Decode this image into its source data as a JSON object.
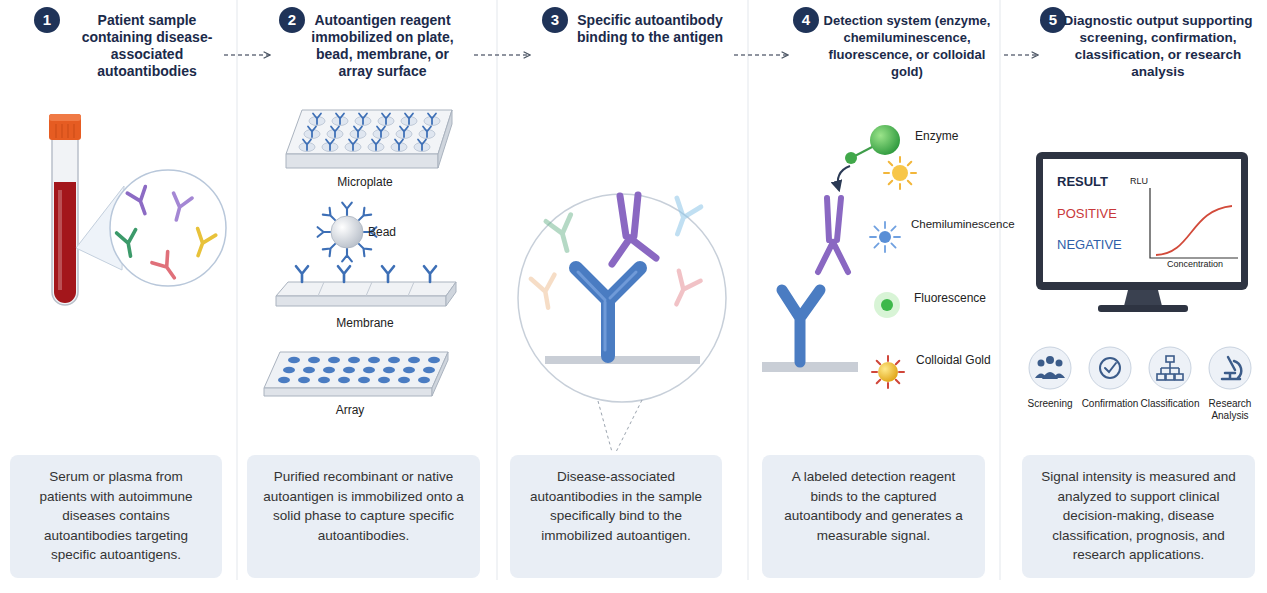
{
  "diagram": {
    "nodes": [
      {
        "text": [
          "1",
          "Patient sample containing disease-associated autoantibodies"
        ]
      },
      {
        "text": [
          "Serum or plasma from patients with autoimmune diseases contains autoantibodies targeting specific autoantigens."
        ]
      },
      {
        "text": [
          "2",
          "Autoantigen reagent immobilized on plate, bead, membrane, or array surface"
        ]
      },
      {
        "text": [
          "Purified recombinant or native autoantigen is immobilized onto a solid phase to capture specific autoantibodies."
        ]
      },
      {
        "text": [
          "3",
          "Specific autoantibody binding to the antigen"
        ]
      },
      {
        "text": [
          "Disease-associated autoantibodies in the sample specifically bind to the immobilized autoantigen."
        ]
      },
      {
        "text": [
          "4",
          "Detection system (enzyme, chemiluminescence, fluorescence, or colloidal gold)"
        ]
      },
      {
        "text": [
          "A labeled detection reagent binds to the captured autoantibody and generates a measurable signal."
        ]
      },
      {
        "text": [
          "5",
          "Diagnostic output supporting screening, confirmation, classification, or research analysis"
        ]
      },
      {
        "text": [
          "Signal intensity is measured and analyzed to support clinical decision-making, disease classification, prognosis, and research applications."
        ]
      }
    ],
    "edges": [
      {
        "from": 0,
        "to": 2,
        "arrow": "to"
      },
      {
        "from": 2,
        "to": 4,
        "arrow": "to"
      },
      {
        "from": 4,
        "to": 6,
        "arrow": "to"
      },
      {
        "from": 6,
        "to": 8,
        "arrow": "to"
      }
    ],
    "labels": [
      "Microplate",
      "Bead",
      "Membrane",
      "Array",
      "Enzyme",
      "Chemiluminescence",
      "Fluorescence",
      "Colloidal Gold",
      "RESULT",
      "POSITIVE",
      "NEGATIVE",
      "RLU",
      "Concentration",
      "Screening",
      "Confirmation",
      "Classification",
      "Research Analysis"
    ]
  }
}
